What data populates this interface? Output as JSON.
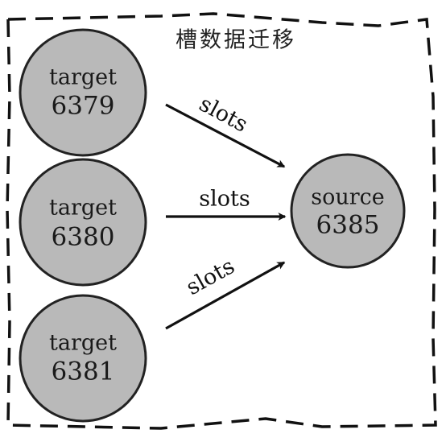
{
  "title": "槽数据迁移",
  "nodes": [
    {
      "id": "t6379",
      "role": "target",
      "port": "6379"
    },
    {
      "id": "t6380",
      "role": "target",
      "port": "6380"
    },
    {
      "id": "t6381",
      "role": "target",
      "port": "6381"
    },
    {
      "id": "s6385",
      "role": "source",
      "port": "6385"
    }
  ],
  "edges": [
    {
      "from": "t6379",
      "to": "s6385",
      "label": "slots"
    },
    {
      "from": "t6380",
      "to": "s6385",
      "label": "slots"
    },
    {
      "from": "t6381",
      "to": "s6385",
      "label": "slots"
    }
  ],
  "colors": {
    "node_fill": "#b9b9b9",
    "stroke": "#111111"
  }
}
